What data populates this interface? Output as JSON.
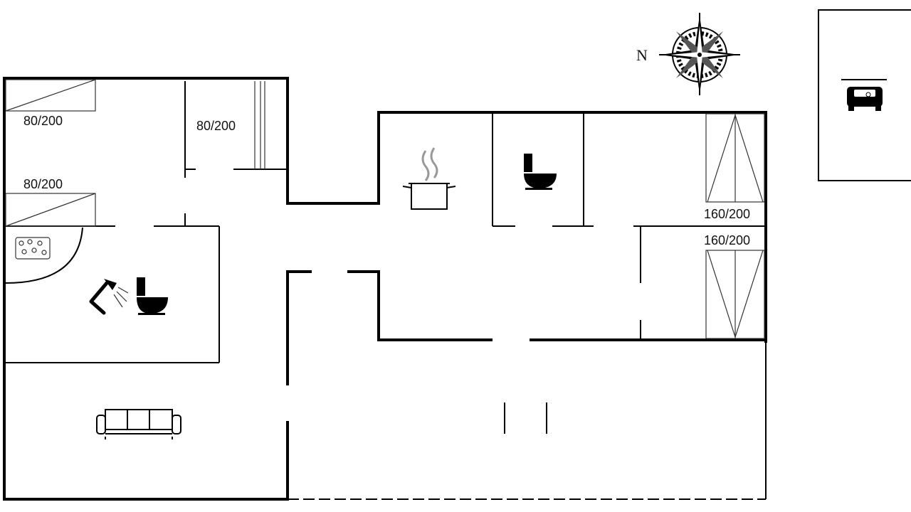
{
  "compass": {
    "north_label": "N"
  },
  "beds": [
    {
      "id": "bed-1",
      "label": "80/200"
    },
    {
      "id": "bed-2",
      "label": "80/200"
    },
    {
      "id": "bed-3",
      "label": "80/200"
    },
    {
      "id": "bed-4",
      "label": "160/200"
    },
    {
      "id": "bed-5",
      "label": "160/200"
    }
  ],
  "icons": [
    "compass-rose-icon",
    "car-icon",
    "cooking-pot-icon",
    "toilet-icon",
    "shower-icon",
    "whirlpool-icon",
    "sofa-icon"
  ]
}
